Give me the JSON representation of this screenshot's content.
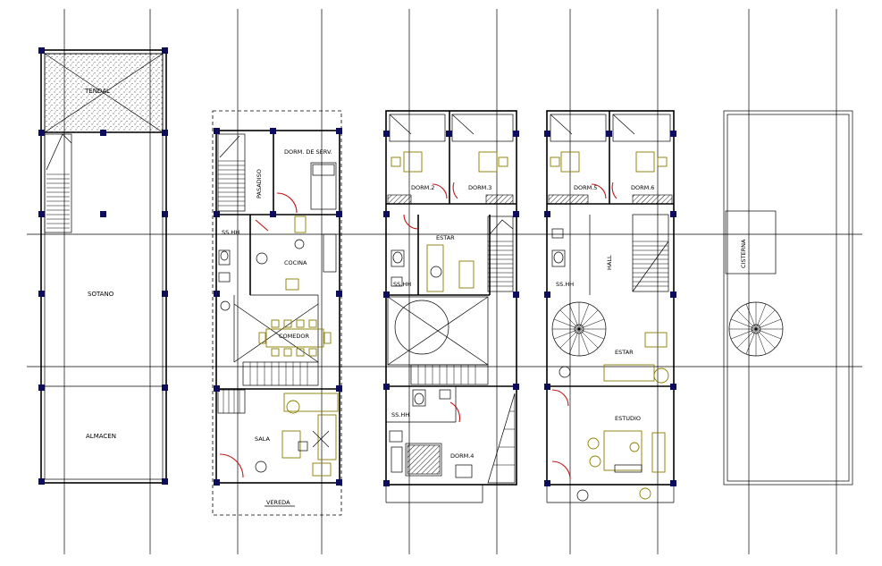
{
  "plans": [
    {
      "key": "roof",
      "labels": [
        {
          "text": "TENDAL"
        },
        {
          "text": "SOTANO"
        },
        {
          "text": "ALMACEN"
        }
      ]
    },
    {
      "key": "first",
      "labels": [
        {
          "text": "DORM. DE SERV."
        },
        {
          "text": "PASADISO"
        },
        {
          "text": "SS.HH"
        },
        {
          "text": "COCINA"
        },
        {
          "text": "COMEDOR"
        },
        {
          "text": "SALA"
        },
        {
          "text": "VEREDA"
        }
      ]
    },
    {
      "key": "second",
      "labels": [
        {
          "text": "DORM.2"
        },
        {
          "text": "DORM.3"
        },
        {
          "text": "ESTAR"
        },
        {
          "text": "SS.HH"
        },
        {
          "text": "SS.HH"
        },
        {
          "text": "DORM.4"
        }
      ]
    },
    {
      "key": "third",
      "labels": [
        {
          "text": "DORM.5"
        },
        {
          "text": "DORM.6"
        },
        {
          "text": "SS.HH"
        },
        {
          "text": "HALL"
        },
        {
          "text": "ESTAR"
        },
        {
          "text": "ESTUDIO"
        }
      ]
    },
    {
      "key": "top",
      "labels": [
        {
          "text": "CISTERNA"
        }
      ]
    }
  ],
  "colors": {
    "wall": "#000000",
    "column": "#0d0d5e",
    "door": "#c01818",
    "furniture": "#8a7d00"
  }
}
